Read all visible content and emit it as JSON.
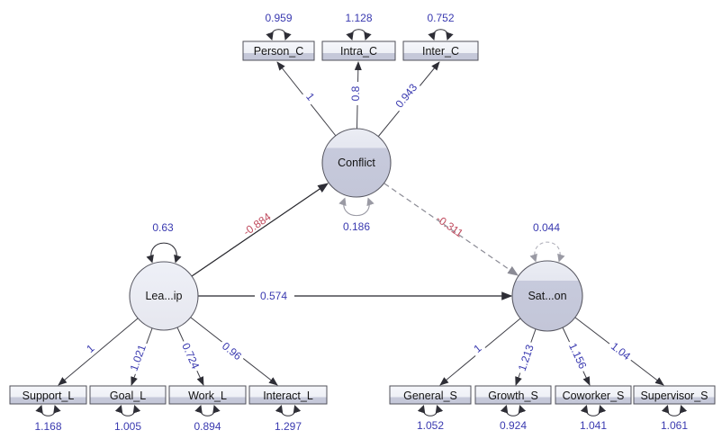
{
  "model": {
    "type": "sem-path-diagram",
    "colors": {
      "estimate_blue": "#3a3ab0",
      "negative_red": "#c04b5e",
      "latent_fill": "#c6c9db",
      "latent_fill_light": "#e9eaf1",
      "box_fill_bottom": "#c5c8d9"
    },
    "conflict": {
      "label": "Conflict",
      "variance": "0.186",
      "indicators": [
        {
          "label": "Person_C",
          "loading": "1",
          "error": "0.959"
        },
        {
          "label": "Intra_C",
          "loading": "0.8",
          "error": "1.128"
        },
        {
          "label": "Inter_C",
          "loading": "0.943",
          "error": "0.752"
        }
      ]
    },
    "leadership": {
      "label": "Lea...ip",
      "variance": "0.63",
      "indicators": [
        {
          "label": "Support_L",
          "loading": "1",
          "error": "1.168"
        },
        {
          "label": "Goal_L",
          "loading": "1.021",
          "error": "1.005"
        },
        {
          "label": "Work_L",
          "loading": "0.724",
          "error": "0.894"
        },
        {
          "label": "Interact_L",
          "loading": "0.96",
          "error": "1.297"
        }
      ]
    },
    "satisfaction": {
      "label": "Sat...on",
      "variance": "0.044",
      "indicators": [
        {
          "label": "General_S",
          "loading": "1",
          "error": "1.052"
        },
        {
          "label": "Growth_S",
          "loading": "1.213",
          "error": "0.924"
        },
        {
          "label": "Coworker_S",
          "loading": "1.156",
          "error": "1.041"
        },
        {
          "label": "Supervisor_S",
          "loading": "1.04",
          "error": "1.061"
        }
      ]
    },
    "paths": {
      "leadership_conflict": {
        "value": "-0.884",
        "style": "solid"
      },
      "leadership_satisfaction": {
        "value": "0.574",
        "style": "solid"
      },
      "conflict_satisfaction": {
        "value": "-0.311",
        "style": "dashed"
      }
    }
  }
}
